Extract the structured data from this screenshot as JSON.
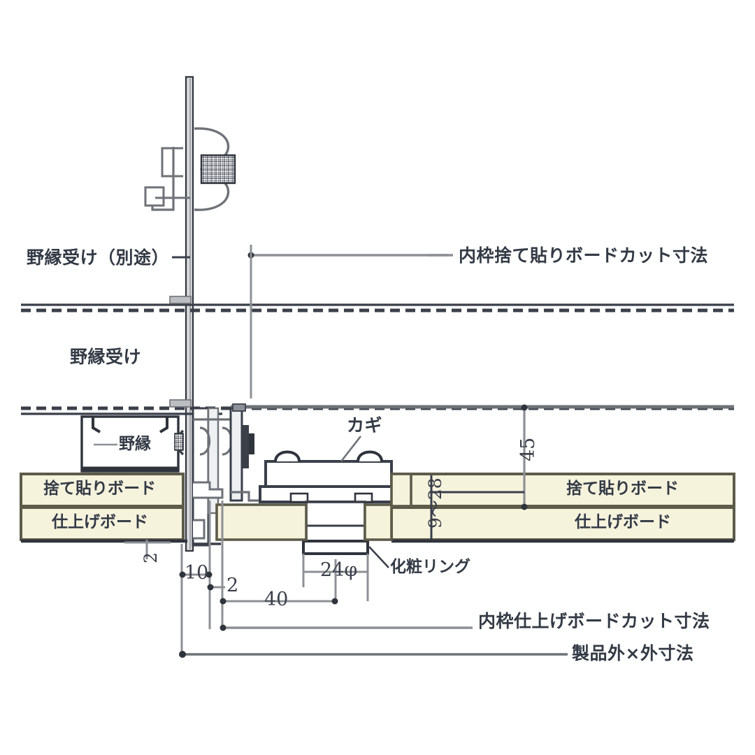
{
  "drawing": {
    "kind": "architectural-section-detail",
    "background_color": "#ffffff",
    "line_color": "#3a3f4a",
    "board_fill": "#f6f3dd",
    "board_edge": "#5d5b4a",
    "metal_fill": "#e9eaec",
    "metal_edge": "#3a3f4a"
  },
  "labels": {
    "noburi_uke_betsu": "野縁受け（別途）",
    "noburi_uke": "野縁受け",
    "noburi": "野縁",
    "sutebari_board_left": "捨て貼りボード",
    "shiage_board_left": "仕上げボード",
    "sutebari_board_right": "捨て貼りボード",
    "shiage_board_right": "仕上げボード",
    "kagi": "カギ",
    "kesho_ring": "化粧リング",
    "uchiwaku_sutebari_cut": "内枠捨て貼りボードカット寸法",
    "uchiwaku_shiage_cut": "内枠仕上げボードカット寸法",
    "seihin_soto_soto": "製品外×外寸法"
  },
  "dimensions": {
    "d_45": "45",
    "d_9_28": "9〜28",
    "d_2_left": "2",
    "d_10": "10",
    "d_2_mid": "2",
    "d_40": "40",
    "d_24phi": "24φ"
  }
}
